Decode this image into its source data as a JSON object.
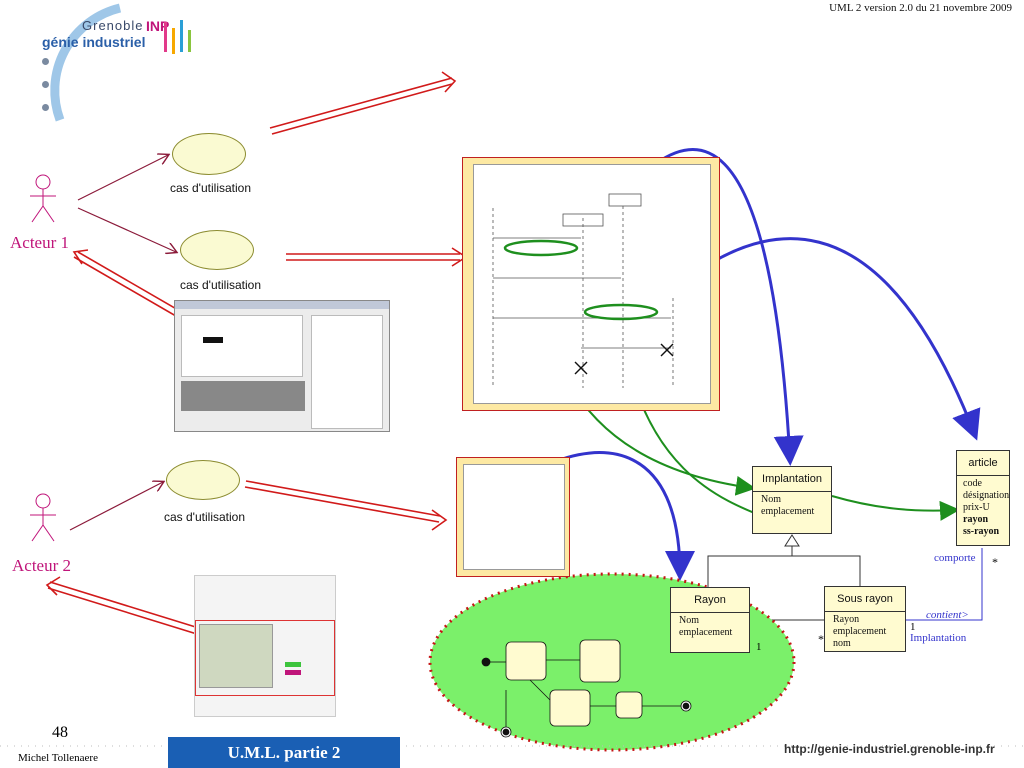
{
  "header": {
    "note": "UML 2 version 2.0  du  21 novembre 2009"
  },
  "logo": {
    "line1": "Grenoble",
    "line2": "génie industriel",
    "line3": "INP"
  },
  "actors": {
    "actor1": "Acteur 1",
    "actor2": "Acteur 2"
  },
  "use_cases": {
    "label": "cas d'utilisation"
  },
  "classes": {
    "implantation": {
      "name": "Implantation",
      "attrs": [
        "Nom",
        "emplacement"
      ]
    },
    "article": {
      "name": "article",
      "attrs": [
        "code",
        "désignation",
        "prix-U",
        "rayon",
        "ss-rayon"
      ]
    },
    "rayon": {
      "name": "Rayon",
      "attrs": [
        "Nom",
        "emplacement"
      ]
    },
    "sous_rayon": {
      "name": "Sous rayon",
      "attrs": [
        "Rayon",
        "emplacement",
        "nom"
      ]
    }
  },
  "associations": {
    "comporte": "comporte",
    "comporte_mult": "*",
    "contient": "contient>",
    "contient_mult": "1",
    "implantation": "Implantation",
    "star": "*",
    "one": "1"
  },
  "footer": {
    "page": "48",
    "author": "Michel Tollenaere",
    "title": "U.M.L. partie 2",
    "url": "http://genie-industriel.grenoble-inp.fr"
  },
  "colors": {
    "arrow_red": "#d11a1a",
    "arrow_blue": "#3333cc",
    "arrow_green": "#1e8f1e",
    "actor": "#c0157a",
    "banner": "#1a5fb4"
  }
}
